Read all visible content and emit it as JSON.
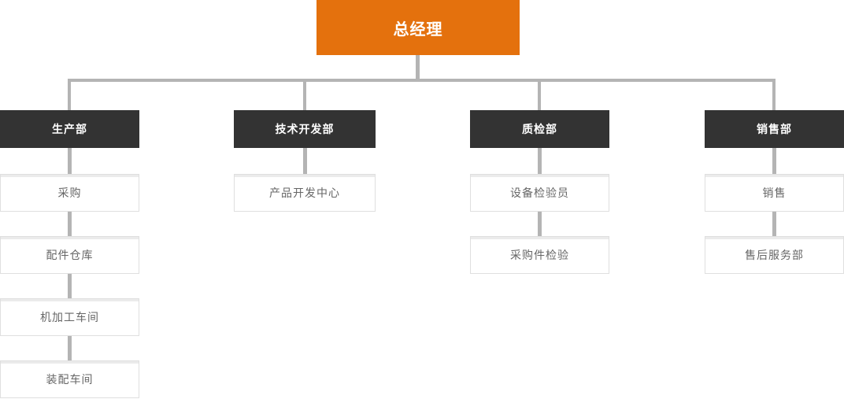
{
  "org": {
    "root": {
      "label": "总经理"
    },
    "columns": [
      {
        "dept": {
          "label": "生产部"
        },
        "children": [
          {
            "label": "采购"
          },
          {
            "label": "配件仓库"
          },
          {
            "label": "机加工车间"
          },
          {
            "label": "装配车间"
          }
        ]
      },
      {
        "dept": {
          "label": "技术开发部"
        },
        "children": [
          {
            "label": "产品开发中心"
          }
        ]
      },
      {
        "dept": {
          "label": "质检部"
        },
        "children": [
          {
            "label": "设备检验员"
          },
          {
            "label": "采购件检验"
          }
        ]
      },
      {
        "dept": {
          "label": "销售部"
        },
        "children": [
          {
            "label": "销售"
          },
          {
            "label": "售后服务部"
          }
        ]
      }
    ],
    "colors": {
      "root_bg": "#e4710d",
      "dept_bg": "#333333",
      "connector": "#b4b4b4",
      "leaf_border": "#dfdfdf",
      "leaf_text": "#666666"
    }
  }
}
